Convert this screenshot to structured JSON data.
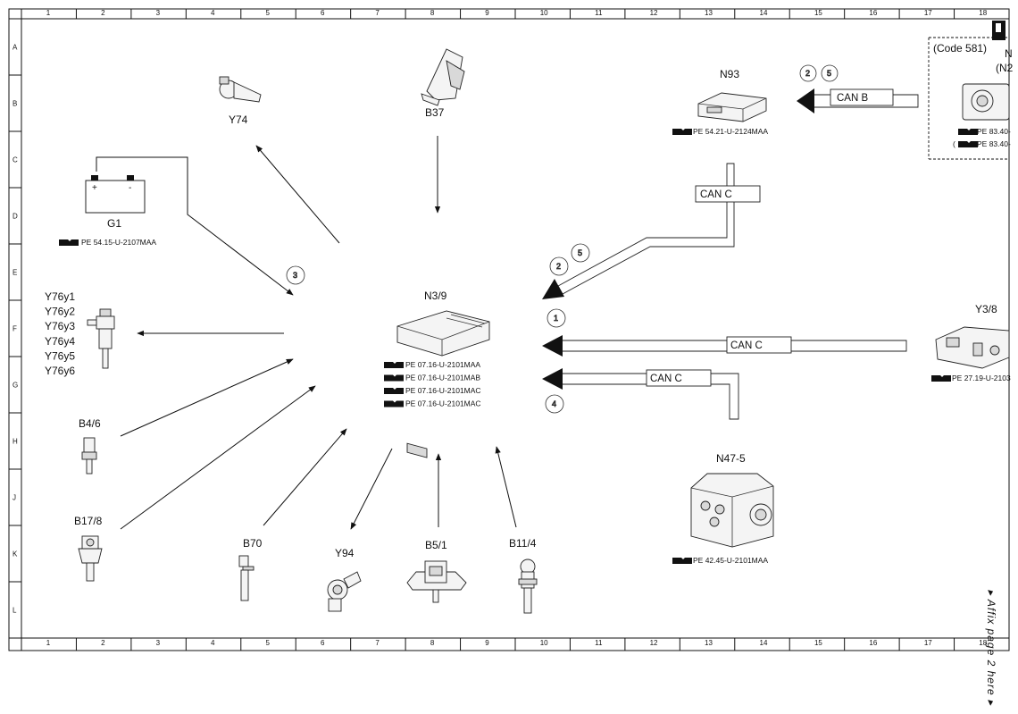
{
  "grid": {
    "columns": [
      "1",
      "2",
      "3",
      "4",
      "5",
      "6",
      "7",
      "8",
      "9",
      "10",
      "11",
      "12",
      "13",
      "14",
      "15",
      "16",
      "17",
      "18"
    ],
    "rows": [
      "A",
      "B",
      "C",
      "D",
      "E",
      "F",
      "G",
      "H",
      "J",
      "K",
      "L"
    ]
  },
  "central": {
    "name": "N3/9",
    "refs": [
      "PE 07.16-U-2101MAA",
      "PE 07.16-U-2101MAB",
      "PE 07.16-U-2101MAC",
      "PE 07.16-U-2101MAC"
    ]
  },
  "components": {
    "y74": "Y74",
    "b37": "B37",
    "g1": "G1",
    "g1_ref": "PE 54.15-U-2107MAA",
    "g1_plus": "+",
    "g1_minus": "-",
    "y76": [
      "Y76y1",
      "Y76y2",
      "Y76y3",
      "Y76y4",
      "Y76y5",
      "Y76y6"
    ],
    "b4_6": "B4/6",
    "b17_8": "B17/8",
    "b70": "B70",
    "y94": "Y94",
    "b5_1": "B5/1",
    "b11_4": "B11/4",
    "n93": "N93",
    "n93_ref": "PE 54.21-U-2124MAA",
    "n47_5": "N47-5",
    "n47_5_ref": "PE 42.45-U-2101MAA",
    "y3_8": "Y3/8",
    "y3_8_ref": "PE 27.19-U-2103",
    "code581": "(Code 581)",
    "n2_label": "(N2",
    "n_cut": "N",
    "code581_ref1": "PE 83.40-",
    "code581_ref2": "PE 83.40-",
    "code581_ref2_prefix": "("
  },
  "buses": {
    "can_b": "CAN B",
    "can_c_top": "CAN C",
    "can_c_mid": "CAN C",
    "can_c_low": "CAN C"
  },
  "circles": {
    "c3": "3",
    "c2_top": "2",
    "c5_top": "5",
    "c2_mid": "2",
    "c5_mid": "5",
    "c1": "1",
    "c4": "4"
  },
  "side_note": "▸ Affix page 2 here ▸"
}
